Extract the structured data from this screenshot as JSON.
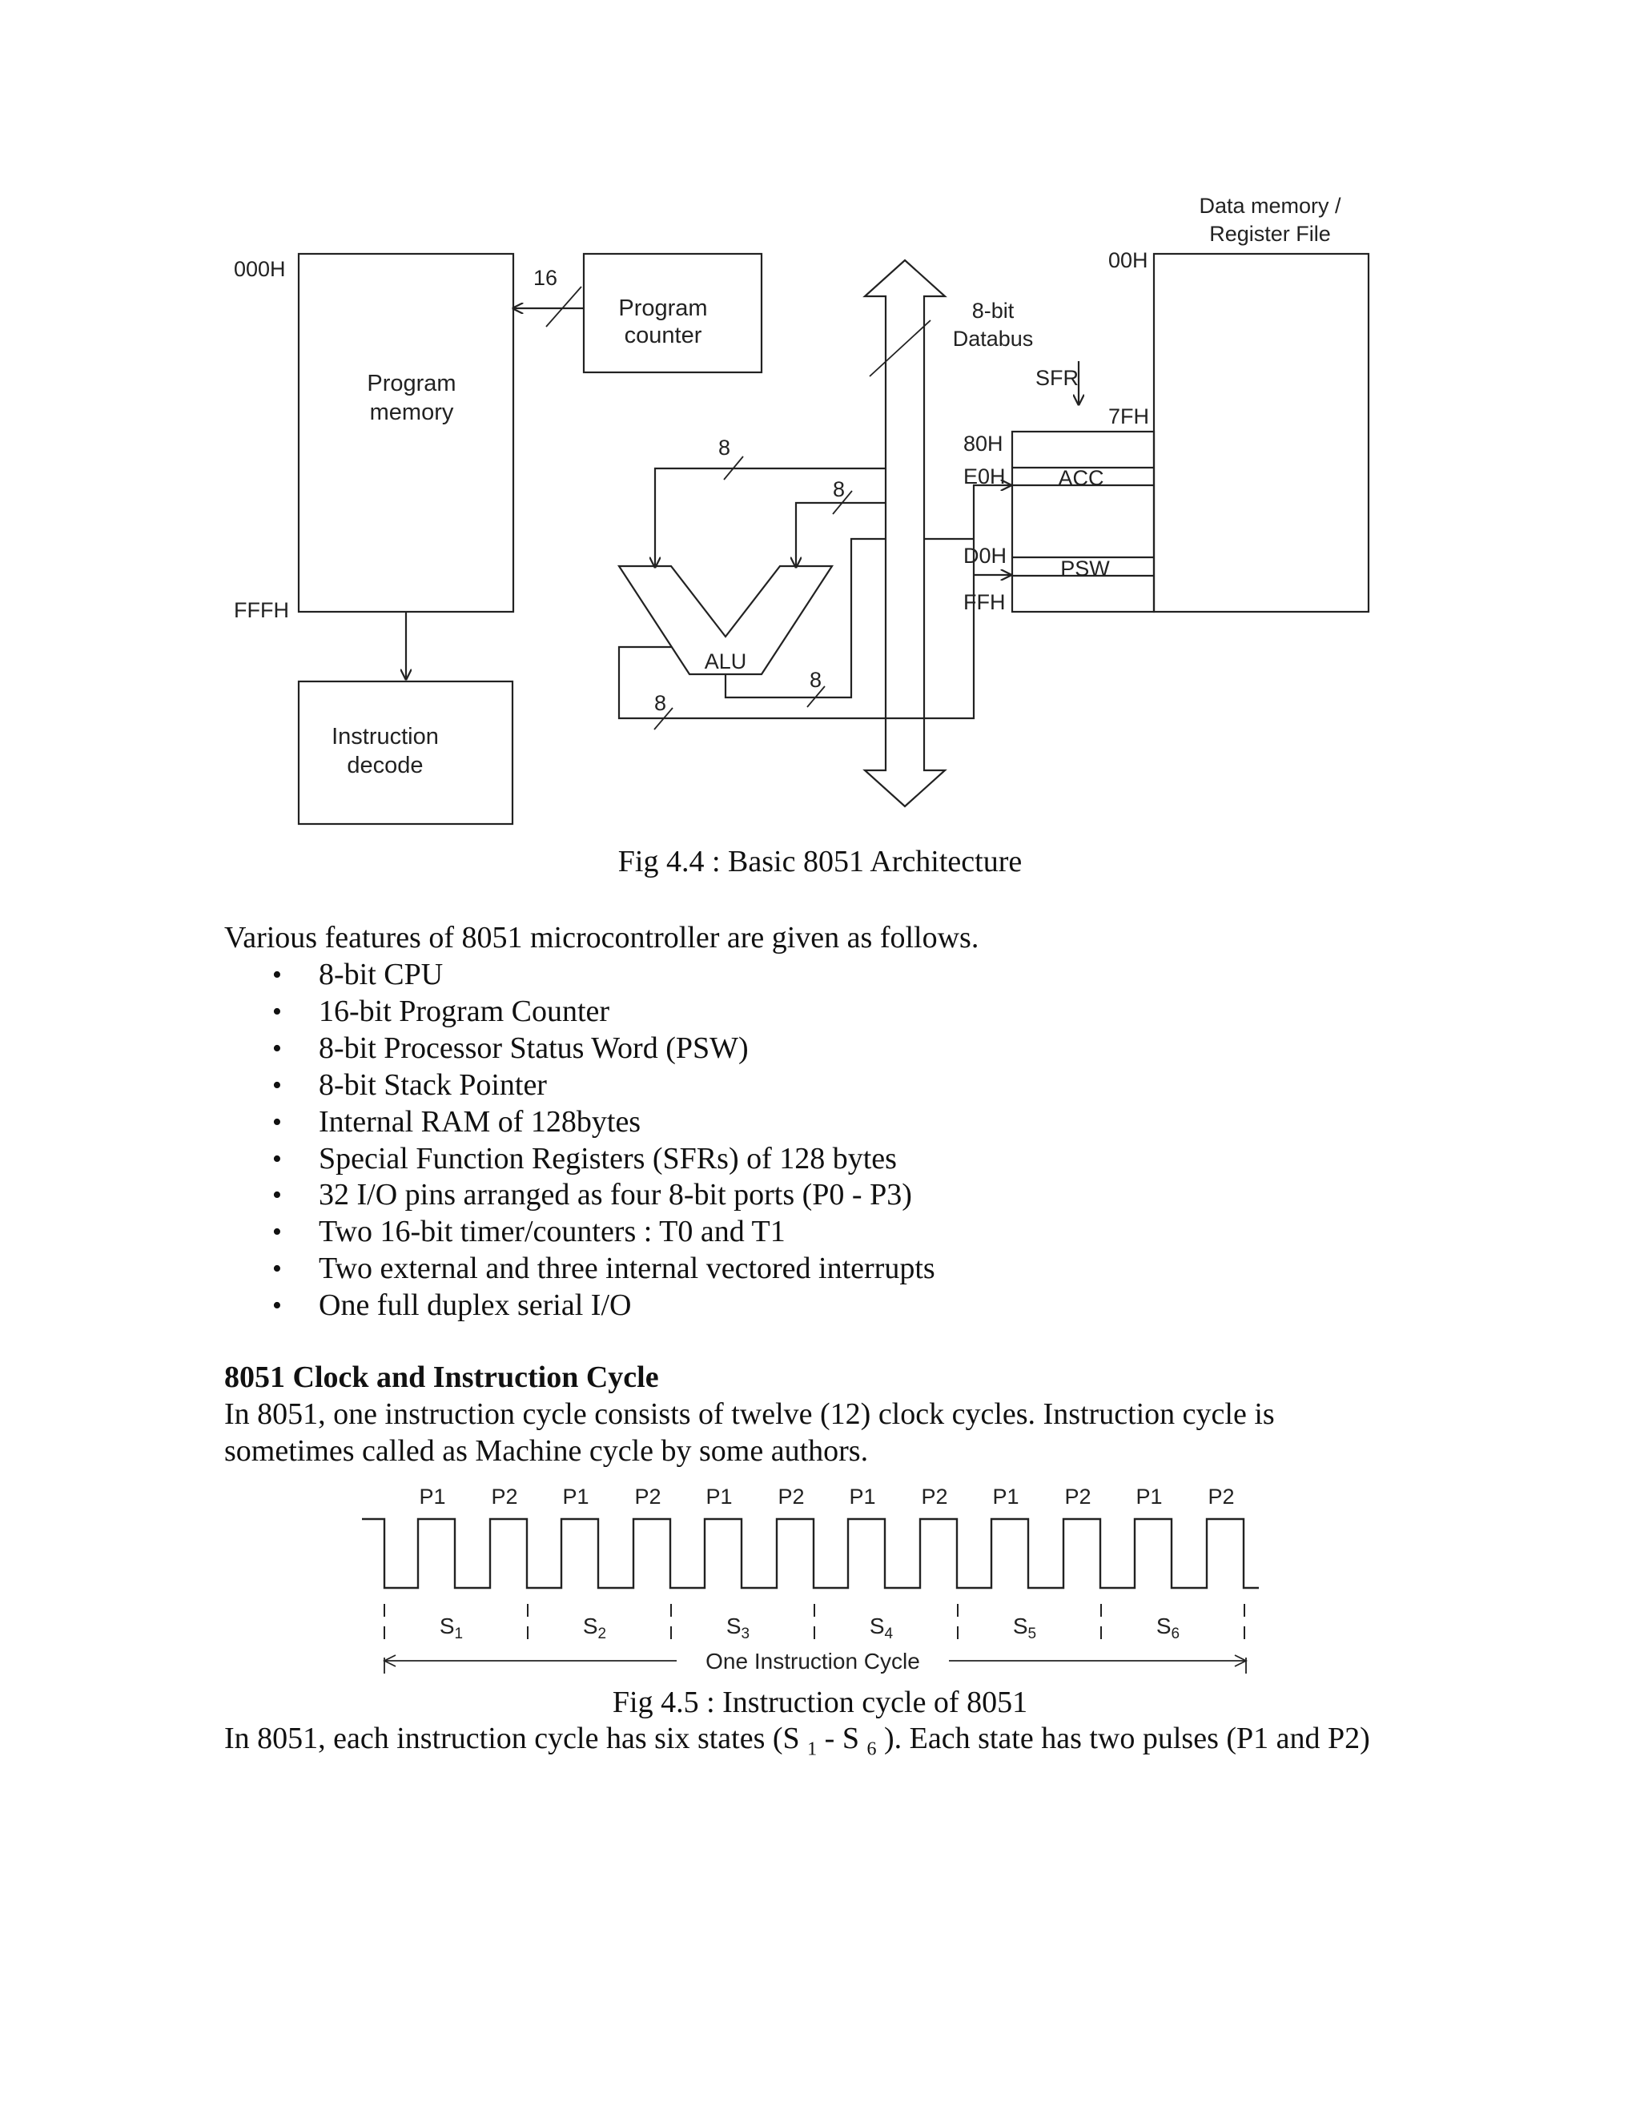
{
  "architecture_diagram": {
    "program_memory": {
      "label_line1": "Program",
      "label_line2": "memory",
      "start_addr": "000H",
      "end_addr": "FFFH"
    },
    "program_counter": {
      "label_line1": "Program",
      "label_line2": "counter",
      "bus_width": "16"
    },
    "instruction_decode": {
      "label_line1": "Instruction",
      "label_line2": "decode"
    },
    "databus": {
      "label_line1": "8-bit",
      "label_line2": "Databus"
    },
    "alu": {
      "label": "ALU"
    },
    "bus_widths": {
      "alu_in_a": "8",
      "alu_in_b": "8",
      "alu_out": "8",
      "alu_feedback": "8"
    },
    "data_memory": {
      "title_line1": "Data memory /",
      "title_line2": "Register File",
      "addr_00": "00H",
      "addr_7f": "7FH",
      "sfr_label": "SFR",
      "addr_80": "80H",
      "addr_e0": "E0H",
      "addr_d0": "D0H",
      "addr_ff": "FFH",
      "acc_label": "ACC",
      "psw_label": "PSW"
    }
  },
  "fig44_caption": "Fig 4.4  : Basic 8051 Architecture",
  "features_intro": "Various features of 8051 microcontroller are given as follows.",
  "features": [
    "8-bit CPU",
    "16-bit Program Counter",
    "8-bit Processor Status Word (PSW)",
    "8-bit Stack Pointer",
    "Internal RAM of 128bytes",
    "Special Function Registers (SFRs) of 128 bytes",
    "32 I/O pins arranged as four 8-bit ports (P0 - P3)",
    "Two 16-bit timer/counters : T0 and T1",
    "Two external and three internal vectored interrupts",
    "One full duplex serial I/O"
  ],
  "section_heading": "8051 Clock and Instruction Cycle",
  "cycle_paragraph": "In 8051, one instruction cycle consists of twelve (12) clock cycles. Instruction cycle is sometimes called as Machine cycle by some authors.",
  "timing_diagram": {
    "pulse_labels": [
      "P1",
      "P2",
      "P1",
      "P2",
      "P1",
      "P2",
      "P1",
      "P2",
      "P1",
      "P2",
      "P1",
      "P2"
    ],
    "state_main": [
      "S",
      "S",
      "S",
      "S",
      "S",
      "S"
    ],
    "state_sub": [
      "1",
      "2",
      "3",
      "4",
      "5",
      "6"
    ],
    "span_label": "One Instruction Cycle"
  },
  "fig45_caption": "Fig 4.5 : Instruction cycle of 8051",
  "states_paragraph": {
    "before": "In 8051, each instruction cycle has six states (S ",
    "sub1": "1",
    "middle": " - S ",
    "sub2": "6",
    "after": " ). Each state has two pulses (P1 and P2)"
  }
}
